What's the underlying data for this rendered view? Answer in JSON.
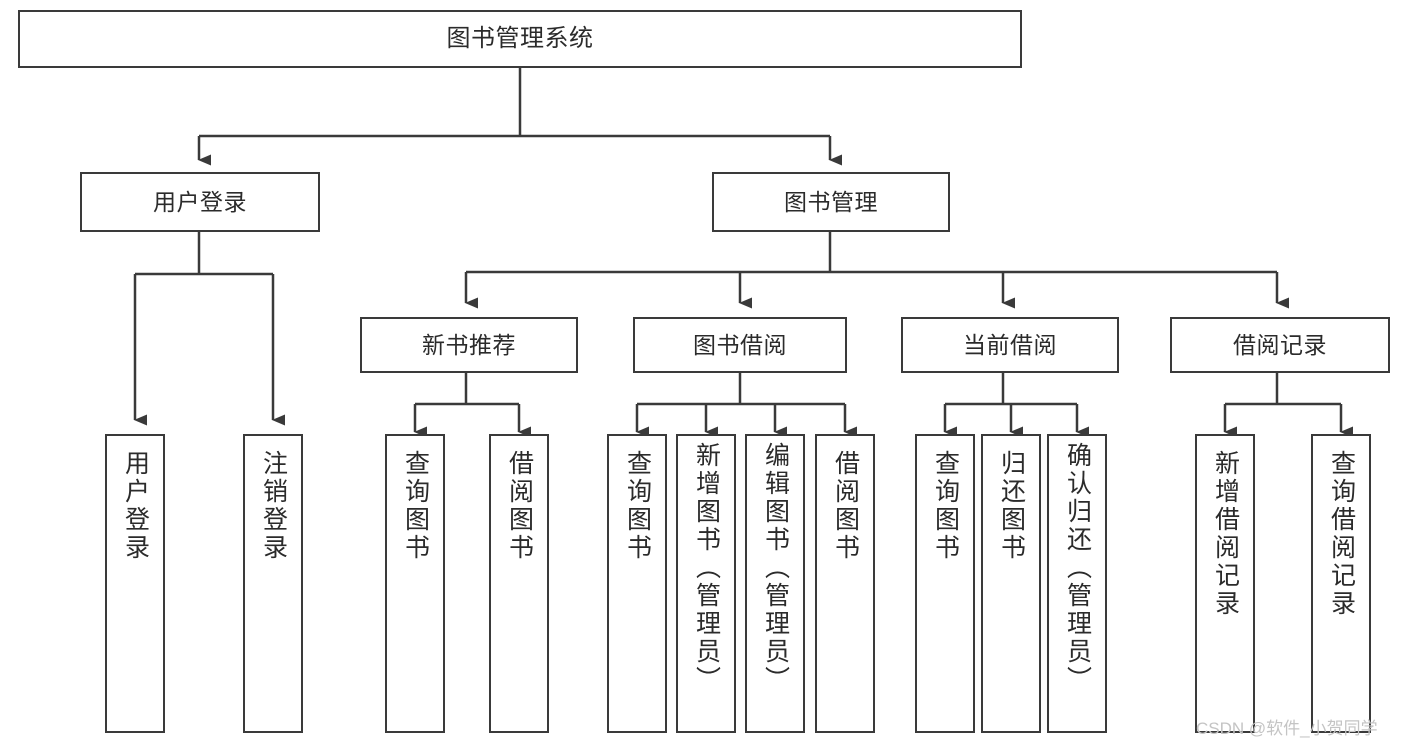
{
  "diagram": {
    "title": "图书管理系统",
    "type": "tree-hierarchy",
    "watermark": "CSDN @软件_小贺同学",
    "root": {
      "id": "root",
      "label": "图书管理系统"
    },
    "level1": [
      {
        "id": "user-login",
        "label": "用户登录"
      },
      {
        "id": "book-management",
        "label": "图书管理"
      }
    ],
    "level2": [
      {
        "id": "new-book-recommend",
        "label": "新书推荐",
        "parent": "book-management"
      },
      {
        "id": "book-borrow",
        "label": "图书借阅",
        "parent": "book-management"
      },
      {
        "id": "current-borrow",
        "label": "当前借阅",
        "parent": "book-management"
      },
      {
        "id": "borrow-record",
        "label": "借阅记录",
        "parent": "book-management"
      }
    ],
    "leaves": [
      {
        "id": "leaf-user-login",
        "label": "用户登录",
        "parent": "user-login"
      },
      {
        "id": "leaf-logout-login",
        "label": "注销登录",
        "parent": "user-login"
      },
      {
        "id": "leaf-query-book-1",
        "label": "查询图书",
        "parent": "new-book-recommend"
      },
      {
        "id": "leaf-borrow-book-1",
        "label": "借阅图书",
        "parent": "new-book-recommend"
      },
      {
        "id": "leaf-query-book-2",
        "label": "查询图书",
        "parent": "book-borrow"
      },
      {
        "id": "leaf-add-book",
        "label": "新增图书（管理员）",
        "parent": "book-borrow"
      },
      {
        "id": "leaf-edit-book",
        "label": "编辑图书（管理员）",
        "parent": "book-borrow"
      },
      {
        "id": "leaf-borrow-book-2",
        "label": "借阅图书",
        "parent": "book-borrow"
      },
      {
        "id": "leaf-query-book-3",
        "label": "查询图书",
        "parent": "current-borrow"
      },
      {
        "id": "leaf-return-book",
        "label": "归还图书",
        "parent": "current-borrow"
      },
      {
        "id": "leaf-confirm-return",
        "label": "确认归还（管理员）",
        "parent": "current-borrow"
      },
      {
        "id": "leaf-add-borrow-record",
        "label": "新增借阅记录",
        "parent": "borrow-record"
      },
      {
        "id": "leaf-query-borrow-record",
        "label": "查询借阅记录",
        "parent": "borrow-record"
      }
    ],
    "colors": {
      "stroke": "#3a3a3a",
      "fill": "#ffffff",
      "text": "#2b2b2b",
      "watermark": "#c4c4c4"
    }
  }
}
